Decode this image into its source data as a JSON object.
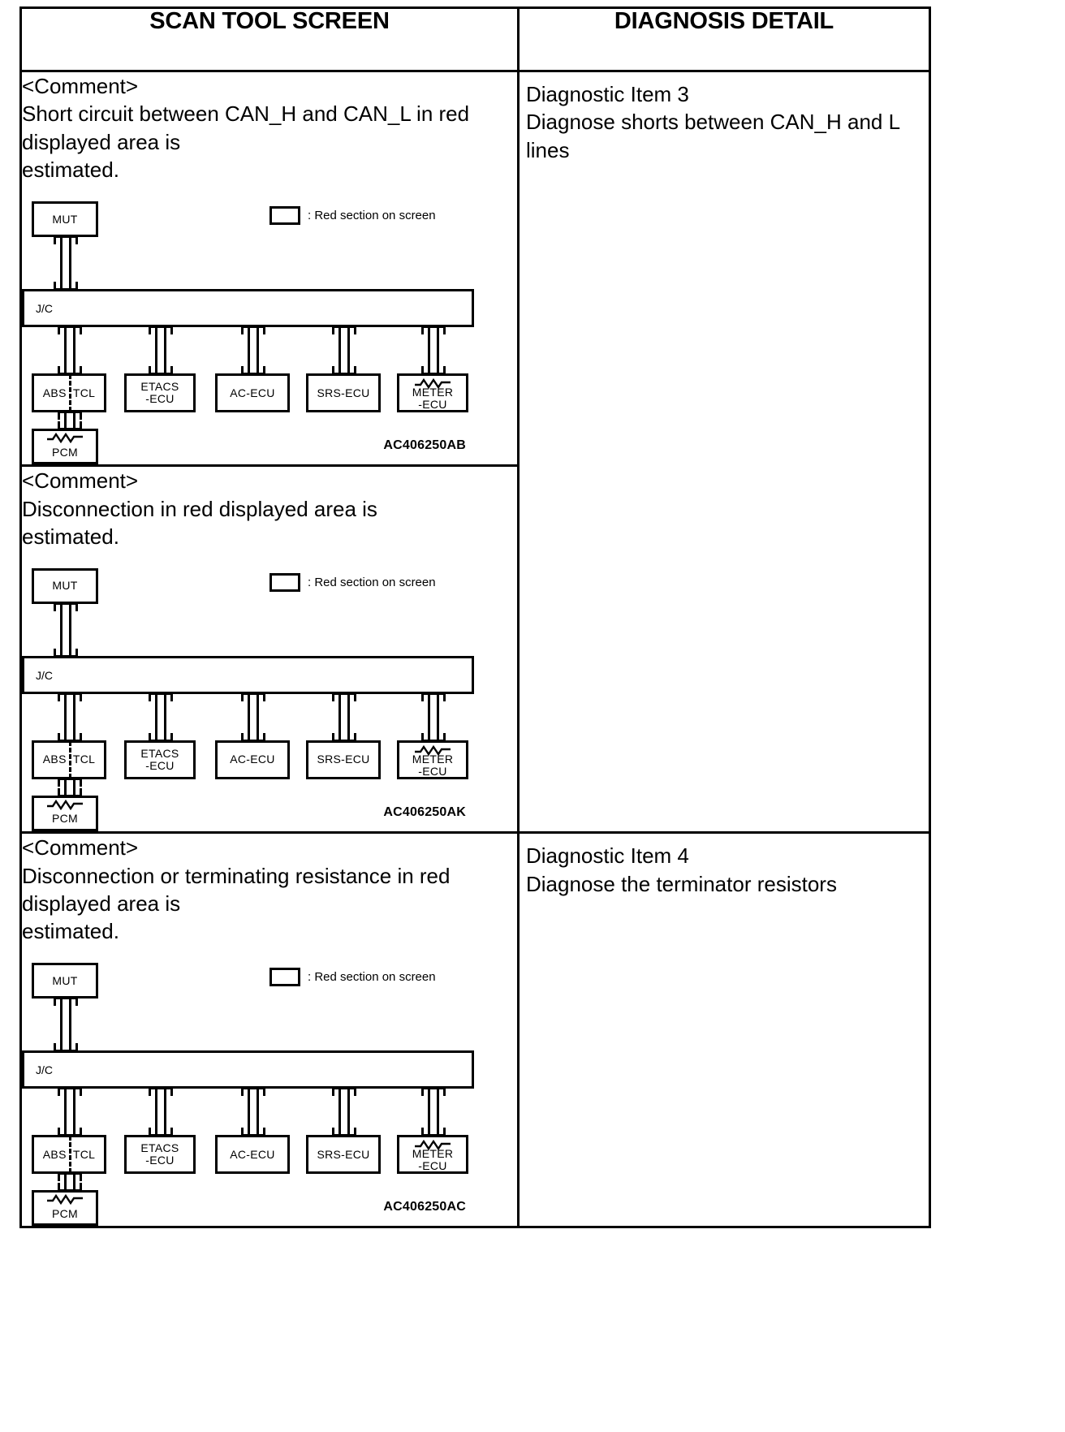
{
  "table": {
    "headers": {
      "left": "SCAN TOOL SCREEN",
      "right": "DIAGNOSIS DETAIL"
    }
  },
  "rows": [
    {
      "id": "row-1",
      "comment": {
        "title": "<Comment>",
        "lines": [
          "Short circuit between CAN_H and CAN_L in red",
          "displayed area is",
          "estimated."
        ]
      },
      "diagram": {
        "figure_code": "AC406250AB",
        "legend_text": ": Red section on screen",
        "mut_label": "MUT",
        "jc_label": "J/C",
        "pcm_label": "PCM",
        "ecus": [
          {
            "name": "abs-tcl",
            "line1": "ABS",
            "line2": "TCL",
            "split": true,
            "resistor": false
          },
          {
            "name": "etacs",
            "line1": "ETACS",
            "line2": "-ECU",
            "split": false,
            "resistor": false
          },
          {
            "name": "ac-ecu",
            "line1": "AC-ECU",
            "line2": "",
            "split": false,
            "resistor": false
          },
          {
            "name": "srs-ecu",
            "line1": "SRS-ECU",
            "line2": "",
            "split": false,
            "resistor": false
          },
          {
            "name": "meter",
            "line1": "METER",
            "line2": "-ECU",
            "split": false,
            "resistor": true
          }
        ]
      },
      "detail": {
        "lines": [
          "Diagnostic Item 3",
          "Diagnose shorts between CAN_H and L",
          "lines"
        ]
      }
    },
    {
      "id": "row-2",
      "comment": {
        "title": "<Comment>",
        "lines": [
          "Disconnection in red displayed area is",
          "estimated."
        ]
      },
      "diagram": {
        "figure_code": "AC406250AK",
        "legend_text": ": Red section on screen",
        "mut_label": "MUT",
        "jc_label": "J/C",
        "pcm_label": "PCM",
        "ecus": [
          {
            "name": "abs-tcl",
            "line1": "ABS",
            "line2": "TCL",
            "split": true,
            "resistor": false
          },
          {
            "name": "etacs",
            "line1": "ETACS",
            "line2": "-ECU",
            "split": false,
            "resistor": false
          },
          {
            "name": "ac-ecu",
            "line1": "AC-ECU",
            "line2": "",
            "split": false,
            "resistor": false
          },
          {
            "name": "srs-ecu",
            "line1": "SRS-ECU",
            "line2": "",
            "split": false,
            "resistor": false
          },
          {
            "name": "meter",
            "line1": "METER",
            "line2": "-ECU",
            "split": false,
            "resistor": true
          }
        ]
      },
      "detail": {
        "lines": []
      }
    },
    {
      "id": "row-3",
      "comment": {
        "title": "<Comment>",
        "lines": [
          "Disconnection or terminating resistance in red",
          "displayed area is",
          "estimated."
        ]
      },
      "diagram": {
        "figure_code": "AC406250AC",
        "legend_text": ": Red section on screen",
        "mut_label": "MUT",
        "jc_label": "J/C",
        "pcm_label": "PCM",
        "ecus": [
          {
            "name": "abs-tcl",
            "line1": "ABS",
            "line2": "TCL",
            "split": true,
            "resistor": false
          },
          {
            "name": "etacs",
            "line1": "ETACS",
            "line2": "-ECU",
            "split": false,
            "resistor": false
          },
          {
            "name": "ac-ecu",
            "line1": "AC-ECU",
            "line2": "",
            "split": false,
            "resistor": false
          },
          {
            "name": "srs-ecu",
            "line1": "SRS-ECU",
            "line2": "",
            "split": false,
            "resistor": false
          },
          {
            "name": "meter",
            "line1": "METER",
            "line2": "-ECU",
            "split": false,
            "resistor": true
          }
        ]
      },
      "detail": {
        "lines": [
          "Diagnostic Item 4",
          "Diagnose the terminator resistors"
        ]
      }
    }
  ],
  "colors": {
    "ink": "#000000",
    "paper": "#ffffff"
  }
}
